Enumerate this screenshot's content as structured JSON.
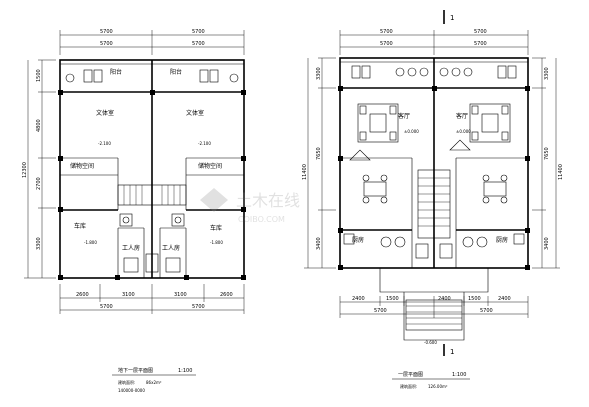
{
  "left_plan": {
    "top_dims": [
      "5700",
      "5700",
      "5700",
      "5700"
    ],
    "left_dims": [
      "1500",
      "4800",
      "2700",
      "3300"
    ],
    "total_dim": "12300",
    "bottom_dims": [
      "2600",
      "3100",
      "3100",
      "2600"
    ],
    "bottom_total": [
      "5700",
      "5700"
    ],
    "rooms": {
      "balcony_l": "阳台",
      "balcony_r": "阳台",
      "study_l": "文体室",
      "study_r": "文体室",
      "storage_l": "储物空间",
      "storage_r": "储物空间",
      "garage_l": "车库",
      "garage_r": "车库",
      "servant_l": "工人房",
      "servant_r": "工人房"
    },
    "elev_study_l": "-2.100",
    "elev_study_r": "-2.100",
    "elev_garage_l": "-1.800",
    "elev_garage_r": "-1.800",
    "title": "地下一层平面图",
    "scale": "1:100",
    "area_label": "建筑面积:",
    "area_value": "86x2m²",
    "code": "140000-0000"
  },
  "right_plan": {
    "marker": "1",
    "marker_bottom": "1",
    "top_dims": [
      "5700",
      "5700",
      "5700",
      "5700"
    ],
    "left_dims": [
      "3300",
      "7650",
      "3400"
    ],
    "total_dim": "11400",
    "right_dims": [
      "3300",
      "7650",
      "3400"
    ],
    "right_total": "11400",
    "bottom_dims": [
      "2400",
      "1500",
      "2400",
      "1500",
      "2400"
    ],
    "bottom_total": [
      "5700",
      "5700"
    ],
    "rooms": {
      "living_l": "客厅",
      "living_r": "客厅",
      "kitchen_l": "厨房",
      "kitchen_r": "厨房"
    },
    "elev_living_l": "±0.000",
    "elev_living_r": "±0.000",
    "elev_entry": "-0.600",
    "title": "一层平面图",
    "scale": "1:100",
    "area_label": "建筑面积:",
    "area_value": "126.00m²"
  },
  "watermark": {
    "cn": "土木在线",
    "en": "COIBO.COM"
  }
}
